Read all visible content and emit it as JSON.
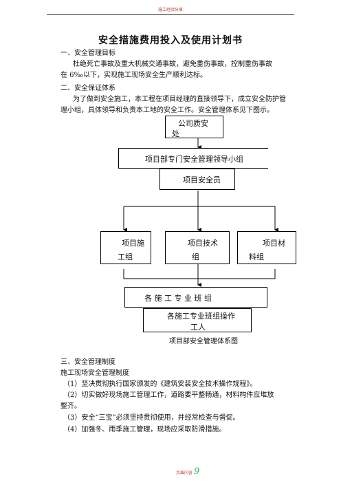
{
  "header": {
    "text": "施工经验分享"
  },
  "title": "安全措施费用投入及使用计划书",
  "section1": {
    "heading": "一、安全管理目标",
    "line1": "杜绝死亡事故及重大机械交通事故，避免重伤事故，控制重伤事故",
    "line2": "在 6‰以下，实现施工现场安全生产顺利达标。"
  },
  "section2": {
    "heading": "二、安全保证体系",
    "line1": "为了做到安全施工，本工程在项目经理的直接领导下，成立安全防护管",
    "line2": "理小组，具体领导和负责本工地的安全工作。安全管理体系见下图示。"
  },
  "diagram": {
    "company_line1": "公司质安",
    "company_line2": "处",
    "leader_group": "项目部专门安全管理领导小组",
    "safety_officer": "项目安全员",
    "construction_line1": "项目施",
    "construction_line2": "工组",
    "tech_line1": "项目技术",
    "tech_line2": "组",
    "material_line1": "项目材",
    "material_line2": "料组",
    "teams": "各 施 工 专 业 班 组",
    "workers_line1": "各施工专业班组操作",
    "workers_line2": "工人",
    "caption": "项目部安全管理体系图"
  },
  "section3": {
    "heading": "三、安全管理制度",
    "subheading": "施工现场安全管理制度",
    "item1": "（1）坚决贯彻执行国家颁发的《建筑安装安全技术操作规程》。",
    "item2a": "（2）切实做好现场施工管理工作，道路要平整畅通，材料构件应堆放",
    "item2b": "整齐。",
    "item3": "（3）安全“三宝”必须坚持贯彻使用，并经常检查与督促。",
    "item4": "（4）加强冬、雨季施工管理，现场应采取防滑措施。"
  },
  "footer": {
    "text": "页眉内容",
    "page": "9"
  }
}
